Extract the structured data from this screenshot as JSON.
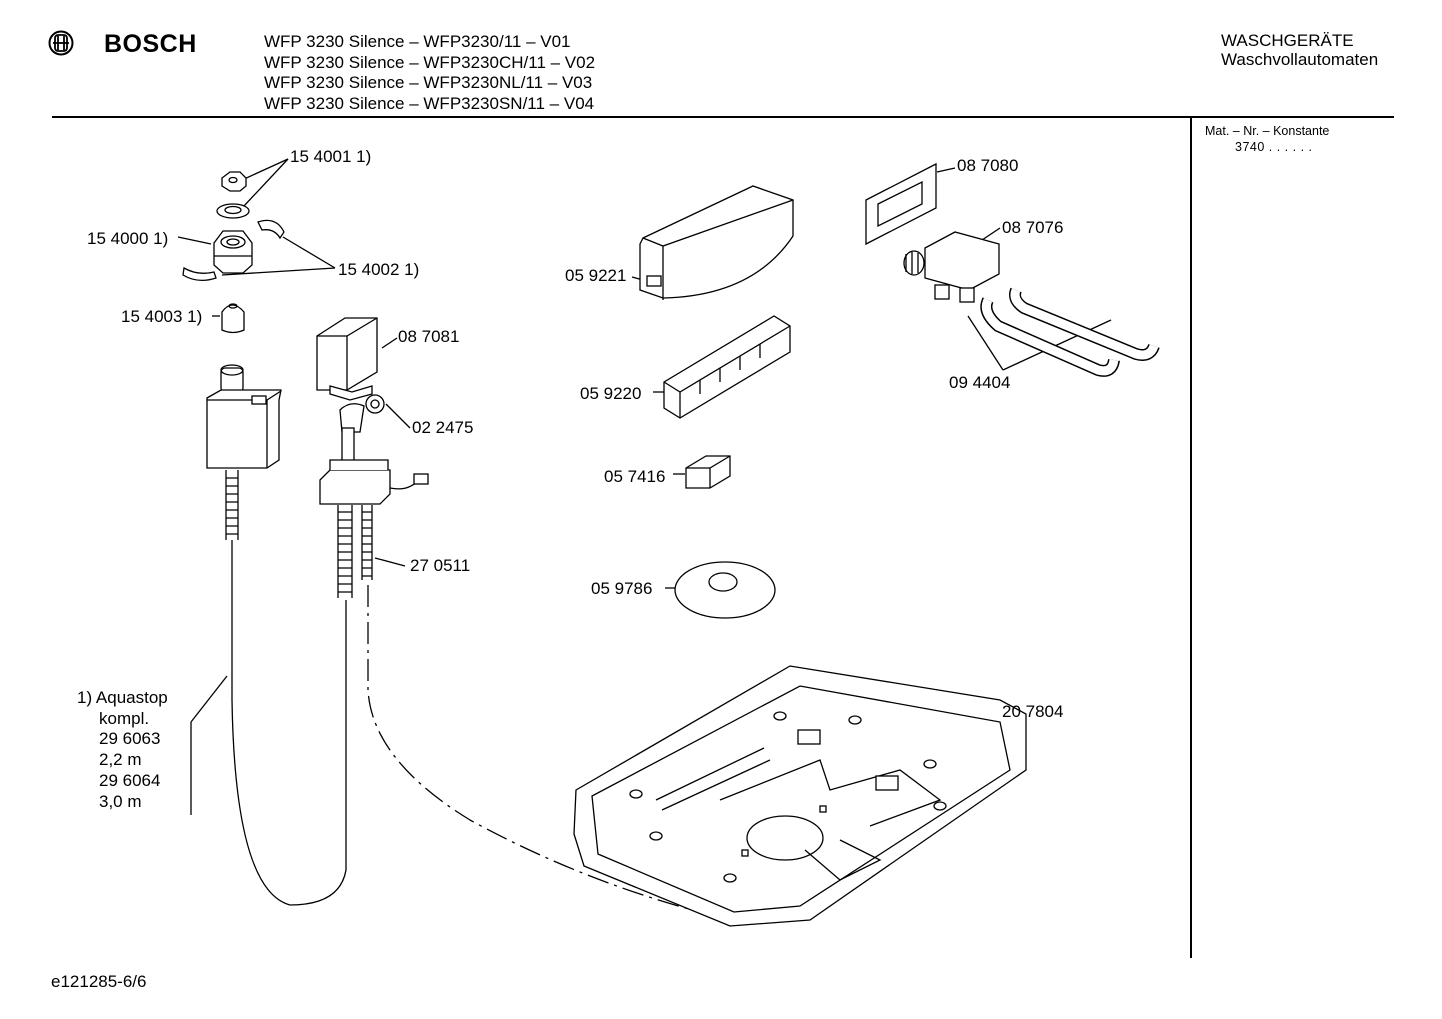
{
  "header": {
    "brand": "BOSCH",
    "models": [
      "WFP 3230 Silence – WFP3230/11 – V01",
      "WFP 3230 Silence – WFP3230CH/11 – V02",
      "WFP 3230 Silence – WFP3230NL/11 – V03",
      "WFP 3230 Silence – WFP3230SN/11 – V04"
    ],
    "category_line1": "WASCHGERÄTE",
    "category_line2": "Waschvollautomaten"
  },
  "side_panel": {
    "title": "Mat. – Nr. – Konstante",
    "value": "3740 . .   . . . ."
  },
  "parts": [
    {
      "id": "p1",
      "label": "15 4001 1)"
    },
    {
      "id": "p2",
      "label": "15 4000 1)"
    },
    {
      "id": "p3",
      "label": "15 4002 1)"
    },
    {
      "id": "p4",
      "label": "15 4003 1)"
    },
    {
      "id": "p5",
      "label": "08 7081"
    },
    {
      "id": "p6",
      "label": "02 2475"
    },
    {
      "id": "p7",
      "label": "27 0511"
    },
    {
      "id": "p8",
      "label": "05 9221"
    },
    {
      "id": "p9",
      "label": "05 9220"
    },
    {
      "id": "p10",
      "label": "05 7416"
    },
    {
      "id": "p11",
      "label": "05 9786"
    },
    {
      "id": "p12",
      "label": "08 7080"
    },
    {
      "id": "p13",
      "label": "08 7076"
    },
    {
      "id": "p14",
      "label": "09 4404"
    },
    {
      "id": "p15",
      "label": "20 7804"
    }
  ],
  "aquastop_note": {
    "lines": [
      "1)  Aquastop",
      "kompl.",
      "29 6063",
      "2,2 m",
      "29 6064",
      "3,0 m"
    ]
  },
  "footer": {
    "code": "e121285-6/6"
  }
}
